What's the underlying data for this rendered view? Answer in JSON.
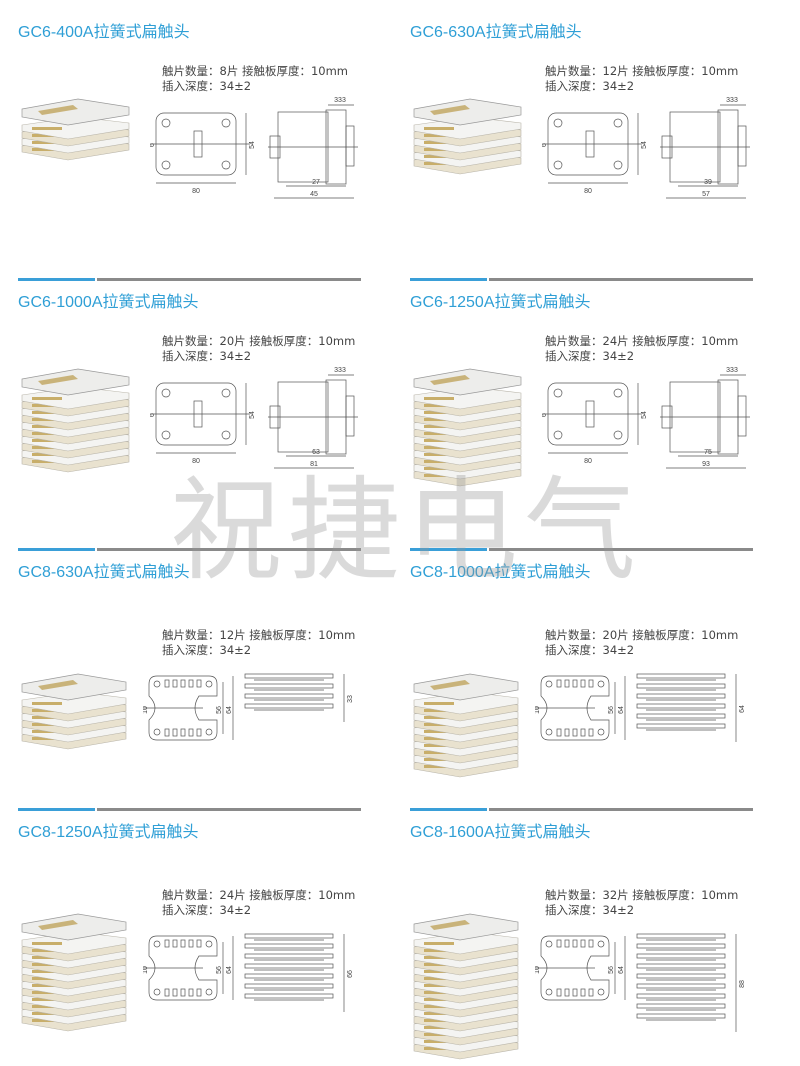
{
  "watermark": "祝捷电气",
  "colors": {
    "title": "#2f9fd6",
    "divider_accent": "#3a9fd8",
    "divider": "#8a8a8a"
  },
  "sections": [
    {
      "title": "GC6-400A拉簧式扁触头",
      "type": "GC6",
      "pieces": 8,
      "spec_line1": "触片数量：8片 接触板厚度：10mm",
      "spec_line2": "插入深度：34±2",
      "dims": {
        "width": "80",
        "height": "54",
        "gap": "6",
        "top": "333",
        "inner": "27",
        "outer": "45"
      }
    },
    {
      "title": "GC6-630A拉簧式扁触头",
      "type": "GC6",
      "pieces": 12,
      "spec_line1": "触片数量：12片 接触板厚度：10mm",
      "spec_line2": "插入深度：34±2",
      "dims": {
        "width": "80",
        "height": "54",
        "gap": "6",
        "top": "333",
        "inner": "39",
        "outer": "57"
      }
    },
    {
      "title": "GC6-1000A拉簧式扁触头",
      "type": "GC6",
      "pieces": 20,
      "spec_line1": "触片数量：20片 接触板厚度：10mm",
      "spec_line2": "插入深度：34±2",
      "dims": {
        "width": "80",
        "height": "54",
        "gap": "6",
        "top": "333",
        "inner": "63",
        "outer": "81"
      }
    },
    {
      "title": "GC6-1250A拉簧式扁触头",
      "type": "GC6",
      "pieces": 24,
      "spec_line1": "触片数量：24片 接触板厚度：10mm",
      "spec_line2": "插入深度：34±2",
      "dims": {
        "width": "80",
        "height": "54",
        "gap": "6",
        "top": "333",
        "inner": "75",
        "outer": "93"
      }
    },
    {
      "title": "GC8-630A拉簧式扁触头",
      "type": "GC8",
      "pieces": 12,
      "spec_line1": "触片数量：12片 接触板厚度：10mm",
      "spec_line2": "插入深度：34±2",
      "dims": {
        "gap": "10",
        "inner": "56",
        "outer": "64",
        "side": "33"
      }
    },
    {
      "title": "GC8-1000A拉簧式扁触头",
      "type": "GC8",
      "pieces": 20,
      "spec_line1": "触片数量：20片 接触板厚度：10mm",
      "spec_line2": "插入深度：34±2",
      "dims": {
        "gap": "10",
        "inner": "56",
        "outer": "64",
        "side": "64"
      }
    },
    {
      "title": "GC8-1250A拉簧式扁触头",
      "type": "GC8",
      "pieces": 24,
      "spec_line1": "触片数量：24片 接触板厚度：10mm",
      "spec_line2": "插入深度：34±2",
      "dims": {
        "gap": "10",
        "inner": "56",
        "outer": "64",
        "side": "66"
      }
    },
    {
      "title": "GC8-1600A拉簧式扁触头",
      "type": "GC8",
      "pieces": 32,
      "spec_line1": "触片数量：32片 接触板厚度：10mm",
      "spec_line2": "插入深度：34±2",
      "dims": {
        "gap": "10",
        "inner": "56",
        "outer": "64",
        "side": "88"
      }
    }
  ]
}
